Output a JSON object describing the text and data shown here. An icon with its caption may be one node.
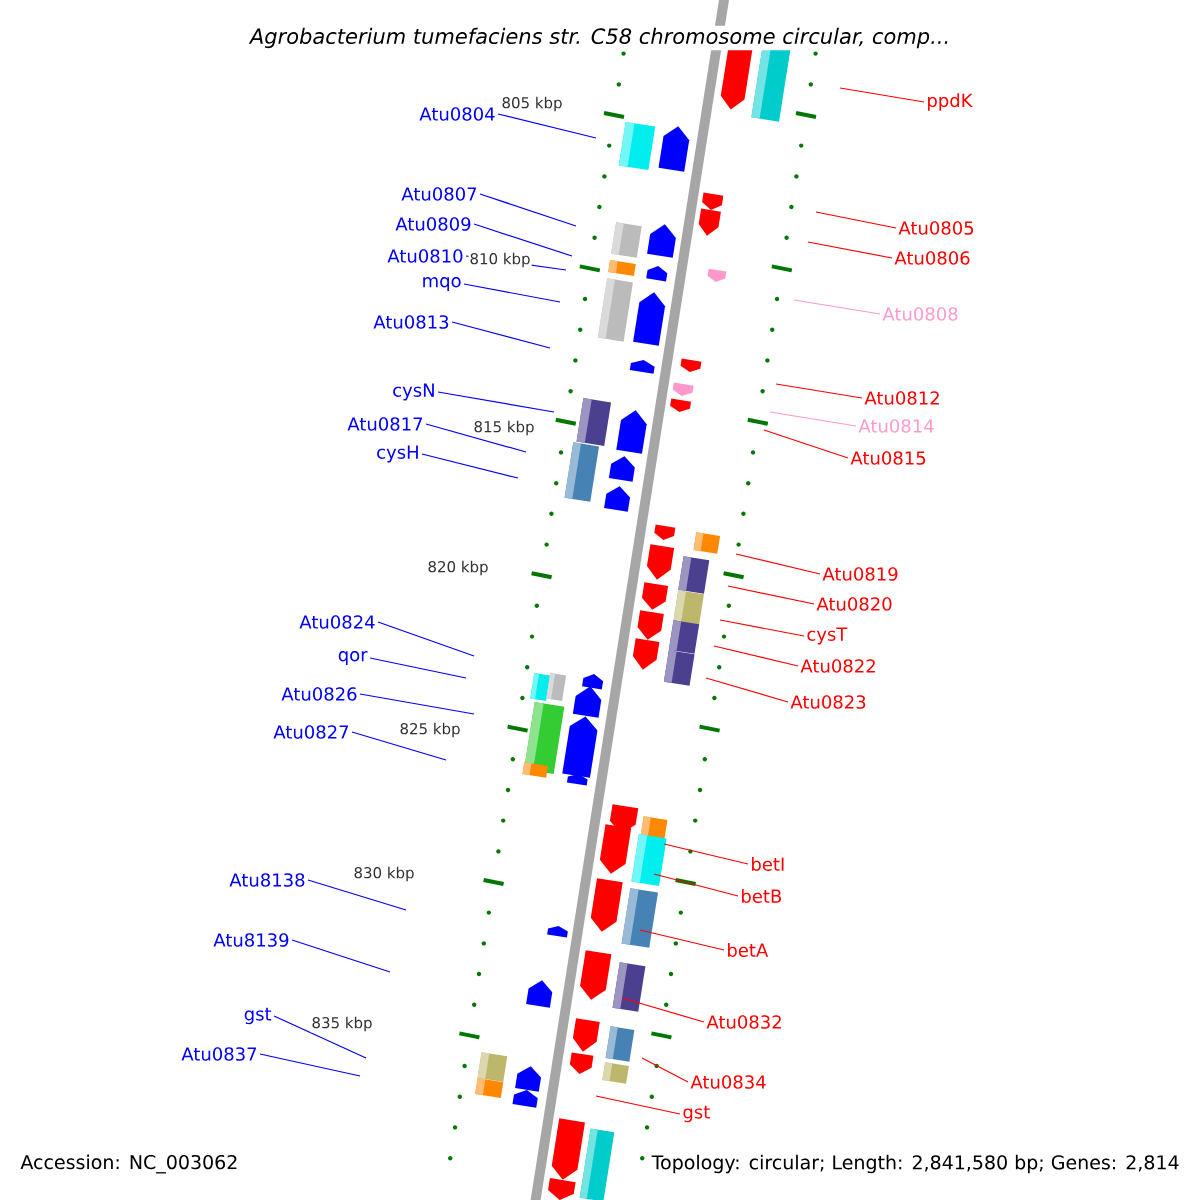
{
  "diagram": {
    "title": "Agrobacterium tumefaciens str. C58 chromosome circular, comp...",
    "nodes": [
      {
        "text": [
          "Atu0804"
        ]
      },
      {
        "text": [
          "Atu0807"
        ]
      },
      {
        "text": [
          "Atu0809"
        ]
      },
      {
        "text": [
          "Atu0810"
        ]
      },
      {
        "text": [
          "mqo"
        ]
      },
      {
        "text": [
          "Atu0813"
        ]
      },
      {
        "text": [
          "cysN"
        ]
      },
      {
        "text": [
          "Atu0817"
        ]
      },
      {
        "text": [
          "cysH"
        ]
      },
      {
        "text": [
          "Atu0824"
        ]
      },
      {
        "text": [
          "qor"
        ]
      },
      {
        "text": [
          "Atu0826"
        ]
      },
      {
        "text": [
          "Atu0827"
        ]
      },
      {
        "text": [
          "Atu8138"
        ]
      },
      {
        "text": [
          "Atu8139"
        ]
      },
      {
        "text": [
          "gst"
        ]
      },
      {
        "text": [
          "Atu0837"
        ]
      },
      {
        "text": [
          "ppdK"
        ]
      },
      {
        "text": [
          "Atu0805"
        ]
      },
      {
        "text": [
          "Atu0806"
        ]
      },
      {
        "text": [
          "Atu0808"
        ]
      },
      {
        "text": [
          "Atu0812"
        ]
      },
      {
        "text": [
          "Atu0814"
        ]
      },
      {
        "text": [
          "Atu0815"
        ]
      },
      {
        "text": [
          "Atu0819"
        ]
      },
      {
        "text": [
          "Atu0820"
        ]
      },
      {
        "text": [
          "cysT"
        ]
      },
      {
        "text": [
          "Atu0822"
        ]
      },
      {
        "text": [
          "Atu0823"
        ]
      },
      {
        "text": [
          "betI"
        ]
      },
      {
        "text": [
          "betB"
        ]
      },
      {
        "text": [
          "betA"
        ]
      },
      {
        "text": [
          "Atu0832"
        ]
      },
      {
        "text": [
          "Atu0834"
        ]
      },
      {
        "text": [
          "gst"
        ]
      }
    ],
    "edges": [
      {
        "from": 0,
        "to": null,
        "arrow": "none"
      },
      {
        "from": 1,
        "to": null,
        "arrow": "none"
      },
      {
        "from": 2,
        "to": null,
        "arrow": "none"
      },
      {
        "from": 3,
        "to": null,
        "arrow": "none"
      },
      {
        "from": 4,
        "to": null,
        "arrow": "none"
      },
      {
        "from": 5,
        "to": null,
        "arrow": "none"
      },
      {
        "from": 6,
        "to": null,
        "arrow": "none"
      },
      {
        "from": 7,
        "to": null,
        "arrow": "none"
      },
      {
        "from": 8,
        "to": null,
        "arrow": "none"
      },
      {
        "from": 9,
        "to": null,
        "arrow": "none"
      },
      {
        "from": 10,
        "to": null,
        "arrow": "none"
      },
      {
        "from": 11,
        "to": null,
        "arrow": "none"
      },
      {
        "from": 12,
        "to": null,
        "arrow": "none"
      },
      {
        "from": 13,
        "to": null,
        "arrow": "none"
      },
      {
        "from": 14,
        "to": null,
        "arrow": "none"
      },
      {
        "from": 15,
        "to": null,
        "arrow": "none"
      },
      {
        "from": 16,
        "to": null,
        "arrow": "none"
      },
      {
        "from": 17,
        "to": null,
        "arrow": "none",
        "color": "#ff0000"
      },
      {
        "from": 18,
        "to": null,
        "arrow": "none",
        "color": "#ff0000"
      },
      {
        "from": 19,
        "to": null,
        "arrow": "none",
        "color": "#ff0000"
      },
      {
        "from": 20,
        "to": null,
        "arrow": "none",
        "color": "#ff99cc"
      },
      {
        "from": 21,
        "to": null,
        "arrow": "none",
        "color": "#ff0000"
      },
      {
        "from": 22,
        "to": null,
        "arrow": "none",
        "color": "#ff99cc"
      },
      {
        "from": 23,
        "to": null,
        "arrow": "none",
        "color": "#ff0000"
      },
      {
        "from": 24,
        "to": null,
        "arrow": "none",
        "color": "#ff0000"
      },
      {
        "from": 25,
        "to": null,
        "arrow": "none",
        "color": "#ff0000"
      },
      {
        "from": 26,
        "to": null,
        "arrow": "none",
        "color": "#ff0000"
      },
      {
        "from": 27,
        "to": null,
        "arrow": "none",
        "color": "#ff0000"
      },
      {
        "from": 28,
        "to": null,
        "arrow": "none",
        "color": "#ff0000"
      },
      {
        "from": 29,
        "to": null,
        "arrow": "none",
        "color": "#ff0000"
      },
      {
        "from": 30,
        "to": null,
        "arrow": "none",
        "color": "#ff0000"
      },
      {
        "from": 31,
        "to": null,
        "arrow": "none",
        "color": "#ff0000"
      },
      {
        "from": 32,
        "to": null,
        "arrow": "none",
        "color": "#ff0000"
      },
      {
        "from": 33,
        "to": null,
        "arrow": "none",
        "color": "#ff0000"
      },
      {
        "from": 34,
        "to": null,
        "arrow": "none",
        "color": "#ff0000"
      }
    ],
    "labels": [
      "805 kbp",
      "810 kbp",
      "815 kbp",
      "820 kbp",
      "825 kbp",
      "830 kbp",
      "835 kbp",
      "Accession: NC_003062",
      "Topology: circular; Length: 2,841,580 bp; Genes: 2,814"
    ]
  }
}
